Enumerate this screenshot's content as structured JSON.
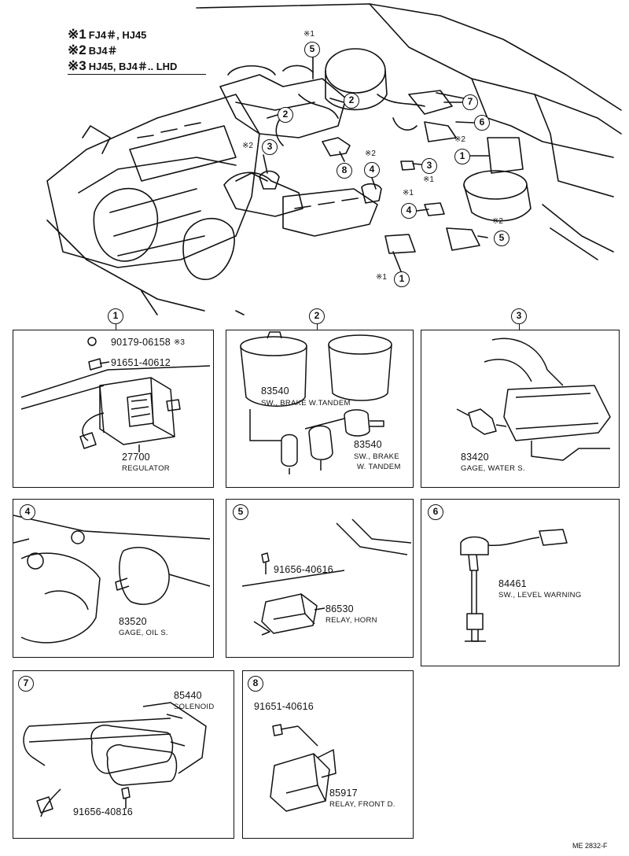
{
  "legend": [
    {
      "mark": "※1",
      "models": "FJ4＃, HJ45"
    },
    {
      "mark": "※2",
      "models": "BJ4＃"
    },
    {
      "mark": "※3",
      "models": "HJ45, BJ4＃.. LHD"
    }
  ],
  "overview": {
    "callouts": [
      "5",
      "2",
      "2",
      "7",
      "6",
      "3",
      "8",
      "4",
      "3",
      "4",
      "1",
      "5",
      "1"
    ],
    "notes": {
      "n1_top": "※1",
      "n2_left": "※2",
      "n2_mid": "※2",
      "n2_right": "※2",
      "n1_mid": "※1",
      "n1_mid2": "※1",
      "n2_lower": "※2",
      "n1_bottom": "※1"
    }
  },
  "section_labels": [
    "1",
    "2",
    "3",
    "4",
    "5",
    "6",
    "7",
    "8"
  ],
  "panels": {
    "p1": {
      "bolt1": "90179-06158",
      "bolt1_note": "※3",
      "bolt2": "91651-40612",
      "part": "27700",
      "desc": "REGULATOR"
    },
    "p2": {
      "part_a": "83540",
      "desc_a": "SW., BRAKE W.TANDEM",
      "part_b": "83540",
      "desc_b1": "SW., BRAKE",
      "desc_b2": "W. TANDEM"
    },
    "p3": {
      "part": "83420",
      "desc": "GAGE, WATER S."
    },
    "p4": {
      "part": "83520",
      "desc": "GAGE, OIL S."
    },
    "p5": {
      "bolt": "91656-40616",
      "part": "86530",
      "desc": "RELAY, HORN"
    },
    "p6": {
      "part": "84461",
      "desc": "SW., LEVEL WARNING"
    },
    "p7": {
      "part": "85440",
      "desc": "SOLENOID",
      "bolt": "91656-40816"
    },
    "p8": {
      "bolt": "91651-40616",
      "part": "85917",
      "desc": "RELAY, FRONT D."
    }
  },
  "figure_number": "ME 2832-F"
}
